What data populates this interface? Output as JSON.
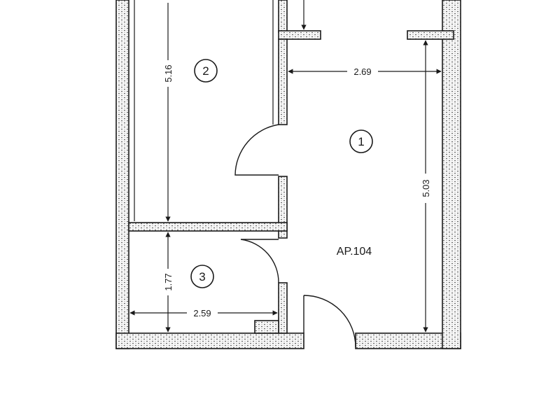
{
  "plan": {
    "apartment_label": "AP.104",
    "rooms": [
      {
        "number": "1"
      },
      {
        "number": "2"
      },
      {
        "number": "3"
      }
    ],
    "dimensions": {
      "room1_width": "2.69",
      "room1_height": "5.03",
      "room2_height": "5.16",
      "room3_width": "2.59",
      "room3_height": "1.77"
    }
  },
  "colors": {
    "ink": "#1a1a1a",
    "background": "#ffffff"
  }
}
